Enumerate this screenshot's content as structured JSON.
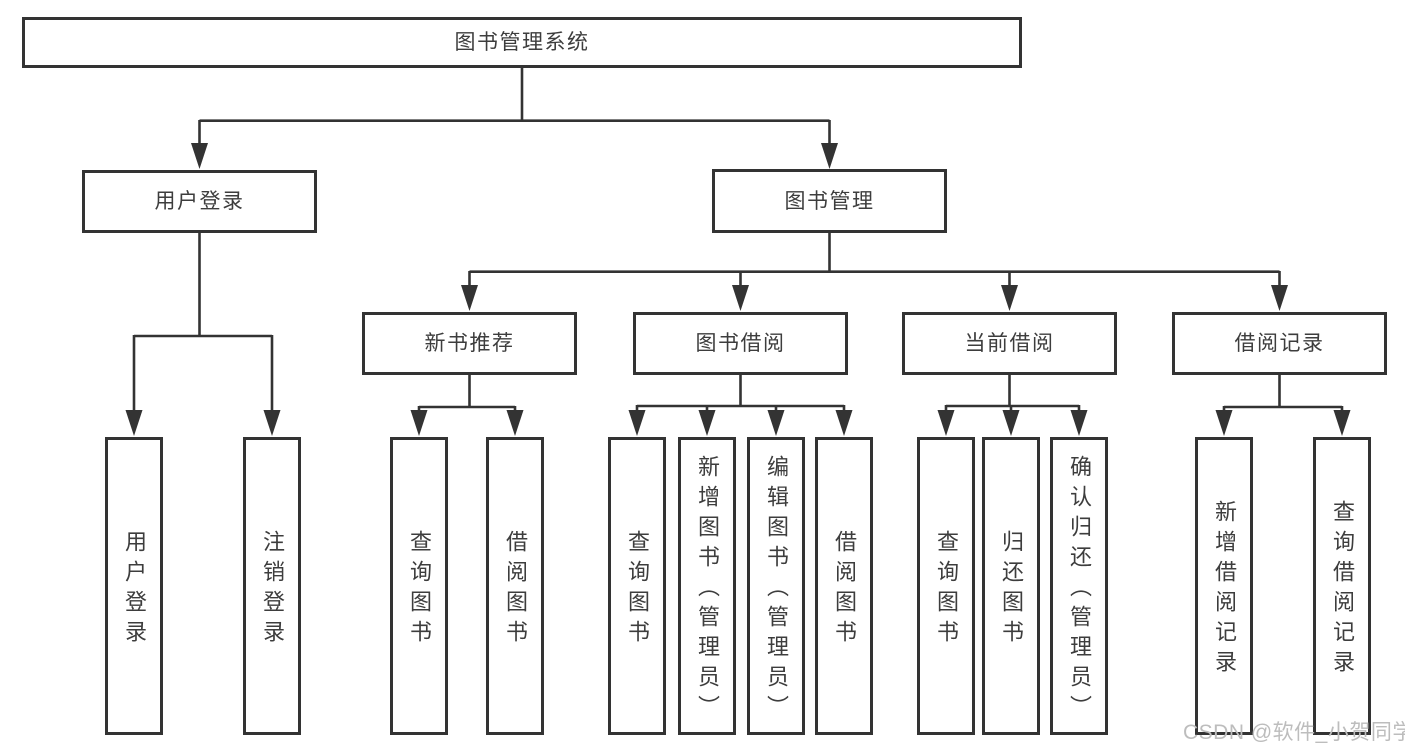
{
  "colors": {
    "line": "#333333",
    "border": "#333333",
    "text": "#3d3d3d",
    "watermark": "#bdbdbd",
    "bg": "#ffffff"
  },
  "diagram": {
    "root": {
      "label": "图书管理系统"
    },
    "branches": [
      {
        "label": "用户登录",
        "children": [
          {
            "label": "用户登录"
          },
          {
            "label": "注销登录"
          }
        ]
      },
      {
        "label": "图书管理",
        "children": [
          {
            "label": "新书推荐",
            "children": [
              {
                "label": "查询图书"
              },
              {
                "label": "借阅图书"
              }
            ]
          },
          {
            "label": "图书借阅",
            "children": [
              {
                "label": "查询图书"
              },
              {
                "label": "新增图书（管理员）"
              },
              {
                "label": "编辑图书（管理员）"
              },
              {
                "label": "借阅图书"
              }
            ]
          },
          {
            "label": "当前借阅",
            "children": [
              {
                "label": "查询图书"
              },
              {
                "label": "归还图书"
              },
              {
                "label": "确认归还（管理员）"
              }
            ]
          },
          {
            "label": "借阅记录",
            "children": [
              {
                "label": "新增借阅记录"
              },
              {
                "label": "查询借阅记录"
              }
            ]
          }
        ]
      }
    ],
    "watermark": "CSDN @软件_小贺同学"
  }
}
